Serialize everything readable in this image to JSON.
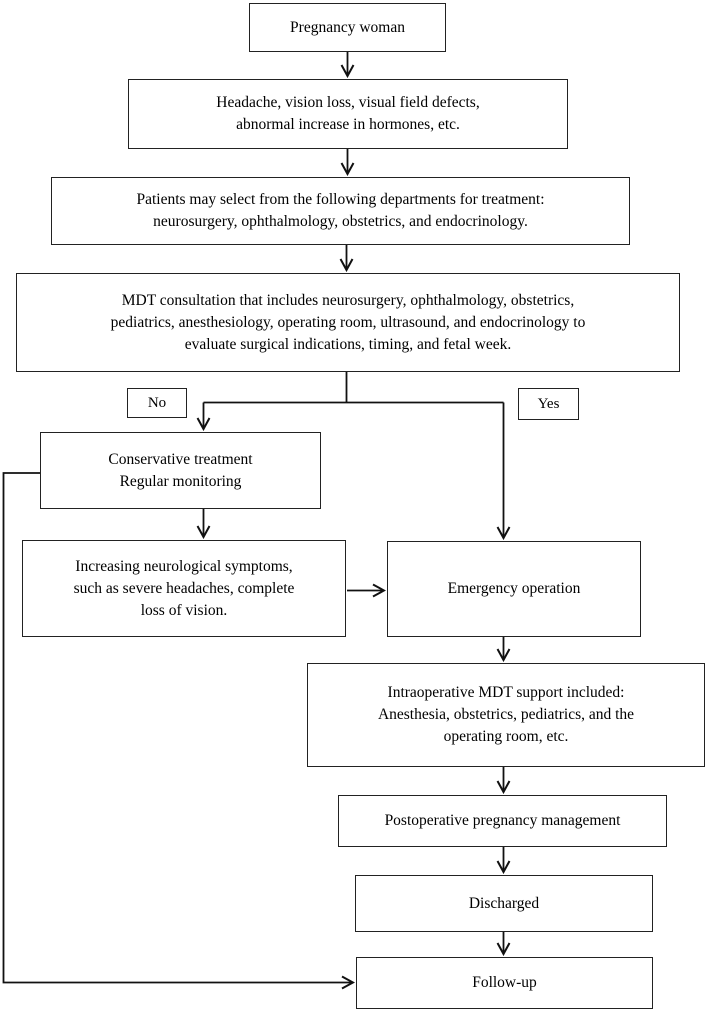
{
  "diagram": {
    "title": "Pregnancy pituitary adenoma MDT treatment flowchart",
    "colors": {
      "background": "#ffffff",
      "box_border": "#222222",
      "line": "#111111",
      "text": "#000000"
    },
    "nodes": {
      "pregnancy": "Pregnancy woman",
      "symptoms": "Headache, vision loss, visual field defects,\nabnormal increase in hormones, etc.",
      "departments": "Patients may select from the following departments for treatment:\nneurosurgery, ophthalmology, obstetrics, and endocrinology.",
      "mdt": "MDT consultation that includes neurosurgery, ophthalmology, obstetrics,\npediatrics, anesthesiology, operating room, ultrasound, and endocrinology to\nevaluate surgical indications, timing, and fetal week.",
      "no": "No",
      "yes": "Yes",
      "conservative": "Conservative treatment\nRegular monitoring",
      "increasing": "Increasing neurological symptoms,\nsuch as severe headaches, complete\nloss of vision.",
      "emergency": "Emergency operation",
      "intraoperative": "Intraoperative MDT support included:\nAnesthesia, obstetrics, pediatrics, and the\noperating room, etc.",
      "postoperative": "Postoperative pregnancy management",
      "discharged": "Discharged",
      "followup": "Follow-up"
    }
  }
}
